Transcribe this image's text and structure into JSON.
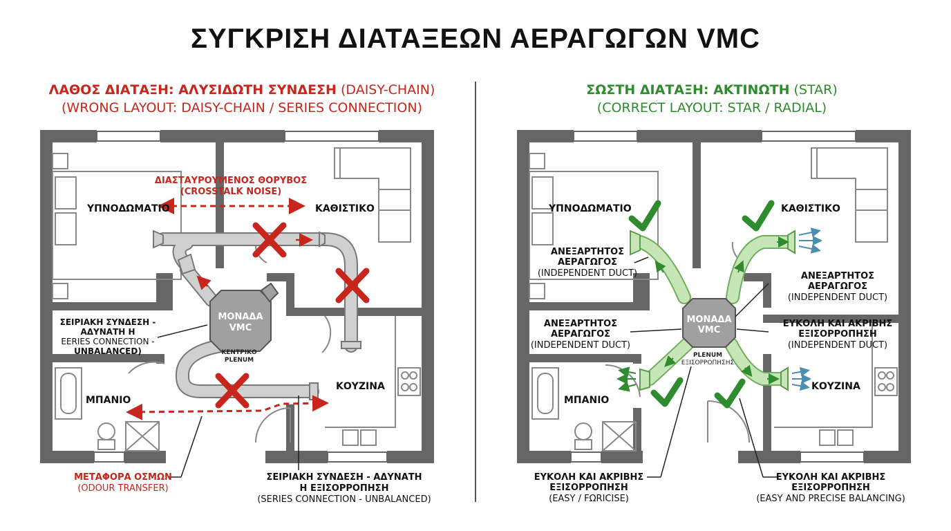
{
  "title": "ΣΥΓΚΡΙΣΗ ΔΙΑΤΑΞΕΩΝ ΑΕΡΑΓΩΓΩΝ VMC",
  "colors": {
    "wrong": "#c8261c",
    "correct": "#2e8b2e",
    "wall": "#666666",
    "duct": "#c9c9c9",
    "duct_green": "#c6e6b8",
    "unit": "#9a9a9a"
  },
  "wrong": {
    "heading_bold": "ΛΑΘΟΣ ΔΙΑΤΑΞΗ: ΑΛΥΣΙΔΩΤΗ ΣΥΝΔΕΣΗ",
    "heading_rest": " (DAISY-CHAIN)",
    "subheading": "(WRONG LAYOUT: DAISY-CHAIN / SERIES CONNECTION)",
    "rooms": {
      "bedroom": "ΥΠΝΟΔΩΜΑΤΙΟ",
      "living": "ΚΑΘΙΣΤΙΚΟ",
      "bath": "ΜΠΑΝΙΟ",
      "kitchen": "ΚΟΥΖΙΝΑ"
    },
    "unit": {
      "line1": "ΜΟΝΑΔΑ",
      "line2": "VMC",
      "sub1": "ΚΕΝΤΡΙΚΟ",
      "sub2": "PLENUM"
    },
    "crosstalk": {
      "line1": "ΔΙΑΣΤΑΥΡΟΥΜΕΝΟΣ ΘΟΡΥΒΟΣ",
      "line2": "(CROSSTALK NOISE)"
    },
    "series_left": {
      "line1": "ΣΕΙΡΙΑΚΗ ΣΥΝΔΕΣΗ -",
      "line2": "ΑΔΥΝΑΤΗ Η",
      "line3": "EERIES CONNECTION -",
      "line4": "UNBALANCED)"
    },
    "odour": {
      "line1": "ΜΕΤΑΦΟΡΑ ΟΣΜΩΝ",
      "line2": "(ODOUR TRANSFER)"
    },
    "series_bottom": {
      "line1": "ΣΕΙΡΙΑΚΗ ΣΥΝΔΕΣΗ - ΑΔΥΝΑΤΗ",
      "line2": "Η ΕΞΙΣΟΡΡΟΠΗΣΗ",
      "line3": "(SERIES CONNECTION - UNBALANCED)"
    }
  },
  "correct": {
    "heading_bold": "ΣΩΣΤΗ ΔΙΑΤΑΞΗ: ΑΚΤΙΝΩΤΗ",
    "heading_rest": " (STAR)",
    "subheading": "(CORRECT LAYOUT: STAR / RADIAL)",
    "rooms": {
      "bedroom": "ΥΠΝΟΔΩΜΑΤΙΟ",
      "living": "ΚΑΘΙΣΤΙΚΟ",
      "bath": "ΜΠΑΝΙΟ",
      "kitchen": "ΚΟΥΖΙΝΑ"
    },
    "unit": {
      "line1": "ΜΟΝΑΔΑ",
      "line2": "VMC",
      "sub1": "PLENUM",
      "sub2": "ΕΞΙΣΟΡΡΟΠΗΣΗΣ"
    },
    "duct_bedroom": {
      "line1": "ΑΝΕΞΑΡΤΗΤΟΣ",
      "line2": "ΑΕΡΑΓΩΓΟΣ",
      "line3": "(INDEPENDENT DUCT)"
    },
    "duct_living": {
      "line1": "ΑΝΕΞΑΡΤΗΤΟΣ",
      "line2": "ΑΕΡΑΓΩΓΟΣ",
      "line3": "(INDEPENDENT DUCT)"
    },
    "duct_left": {
      "line1": "ΑΝΕΞΑΡΤΗΤΟΣ",
      "line2": "ΑΕΡΑΓΩΓΟΣ",
      "line3": "(INDEPENDENT DUCT)"
    },
    "duct_kitchen": {
      "line1": "ΕΥΚΟΛΗ ΚΑΙ ΑΚΡΙΒΗΣ",
      "line2": "ΕΞΙΣΟΡΡΟΠΗΣΗ",
      "line3": "(INDEPENDENT DUCT)"
    },
    "balance_left": {
      "line1": "ΕΥΚΟΛΗ ΚΑΙ ΑΚΡΙΒΗΣ",
      "line2": "ΕΞΙΣΟΡΡΟΠΗΣΗ",
      "line3": "(EASY / FΩRICISE)"
    },
    "balance_right": {
      "line1": "ΕΥΚΟΛΗ ΚΑΙ ΑΚΡΙΒΗΣ",
      "line2": "ΕΞΙΣΟΡΡΟΠΗΣΗ",
      "line3": "(EASY AND PRECISE BALANCING)"
    }
  }
}
